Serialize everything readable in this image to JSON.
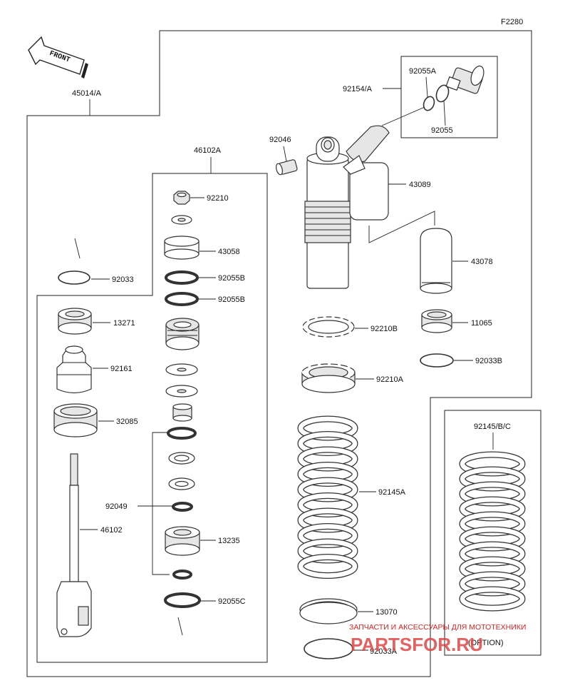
{
  "diagram_code": "F2280",
  "front_label": "FRONT",
  "assembly_label": "45014/A",
  "subassembly_label": "46102A",
  "labels": {
    "l92210": "92210",
    "l43058": "43058",
    "l92055B_1": "92055B",
    "l92055B_2": "92055B",
    "l92033": "92033",
    "l13271": "13271",
    "l92161": "92161",
    "l32085": "32085",
    "l92049": "92049",
    "l46102": "46102",
    "l13235": "13235",
    "l92055C": "92055C",
    "l92055A": "92055A",
    "l92154A": "92154/A",
    "l92055": "92055",
    "l92046": "92046",
    "l43089": "43089",
    "l43078": "43078",
    "l11065": "11065",
    "l92033B": "92033B",
    "l92210B": "92210B",
    "l92210A": "92210A",
    "l92145A": "92145A",
    "l13070": "13070",
    "l92033A": "92033A",
    "l92145BC": "92145/B/C"
  },
  "option_label": "(OPTION)",
  "watermark": {
    "line1": "ЗАПЧАСТИ И АКСЕССУАРЫ ДЛЯ МОТОТЕХНИКИ",
    "line2": "PARTSFOR.RU"
  }
}
